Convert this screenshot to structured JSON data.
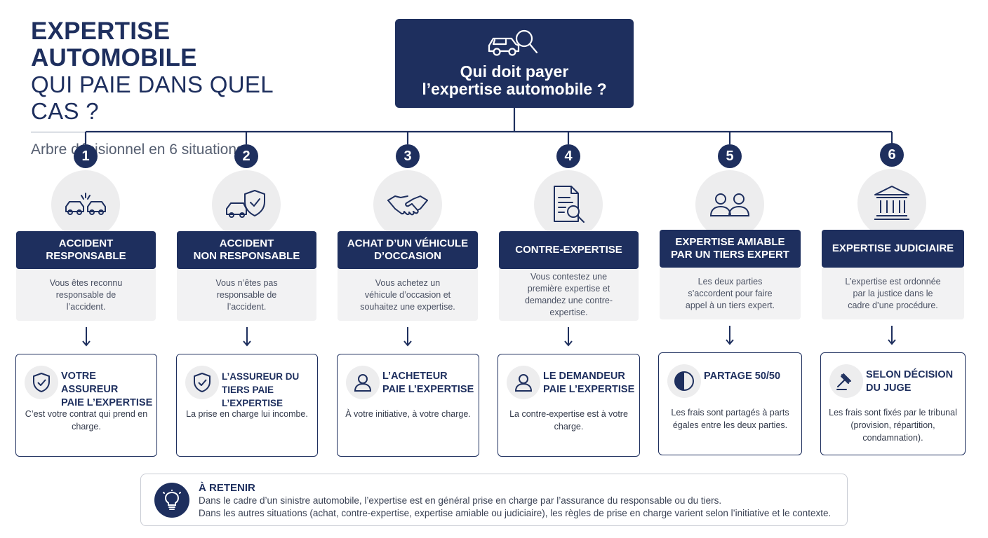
{
  "header": {
    "title_line1": "EXPERTISE AUTOMOBILE",
    "title_line2": "QUI PAIE DANS QUEL CAS ?",
    "caption": "Arbre décisionnel en 6 situations"
  },
  "root": {
    "line1": "Qui doit payer",
    "line2": "l’expertise automobile ?",
    "icon": "car-magnifier-icon"
  },
  "cases": [
    {
      "number": "1",
      "icon": "car-collision-icon",
      "title_line1": "ACCIDENT",
      "title_line2": "RESPONSABLE",
      "description": "Vous êtes reconnu responsable de l’accident.",
      "result_icon": "shield-check-icon",
      "result_title_line1": "VOTRE ASSUREUR",
      "result_title_line2": "PAIE L’EXPERTISE",
      "result_text": "C’est votre contrat qui prend en charge."
    },
    {
      "number": "2",
      "icon": "car-shield-icon",
      "title_line1": "ACCIDENT",
      "title_line2": "NON RESPONSABLE",
      "description": "Vous n’êtes pas responsable de l’accident.",
      "result_icon": "shield-check-icon",
      "result_title_line1": "L’ASSUREUR DU",
      "result_title_line2": "TIERS PAIE L’EXPERTISE",
      "result_text": "La prise en charge lui incombe."
    },
    {
      "number": "3",
      "icon": "handshake-icon",
      "title_line1": "ACHAT D’UN VÉHICULE",
      "title_line2": "D’OCCASION",
      "description": "Vous achetez un véhicule d’occasion et souhaitez une expertise.",
      "result_icon": "user-icon",
      "result_title_line1": "L’ACHETEUR",
      "result_title_line2": "PAIE L’EXPERTISE",
      "result_text": "À votre initiative, à votre charge."
    },
    {
      "number": "4",
      "icon": "document-magnifier-icon",
      "title_line1": "CONTRE-EXPERTISE",
      "title_line2": "",
      "description": "Vous contestez une première expertise et demandez une contre-expertise.",
      "result_icon": "user-icon",
      "result_title_line1": "LE DEMANDEUR",
      "result_title_line2": "PAIE L’EXPERTISE",
      "result_text": "La contre-expertise est à votre charge."
    },
    {
      "number": "5",
      "icon": "two-people-icon",
      "title_line1": "EXPERTISE AMIABLE",
      "title_line2": "PAR UN TIERS EXPERT",
      "description": "Les deux parties s’accordent pour faire appel à un tiers expert.",
      "result_icon": "half-circle-icon",
      "result_title_line1": "PARTAGE 50/50",
      "result_title_line2": "",
      "result_text": "Les frais sont partagés à parts égales entre les deux parties."
    },
    {
      "number": "6",
      "icon": "courthouse-icon",
      "title_line1": "EXPERTISE JUDICIAIRE",
      "title_line2": "",
      "description": "L’expertise est ordonnée par la justice dans le cadre d’une procédure.",
      "result_icon": "gavel-icon",
      "result_title_line1": "SELON DÉCISION",
      "result_title_line2": "DU JUGE",
      "result_text": "Les frais sont fixés par le tribunal (provision, répartition, condamnation)."
    }
  ],
  "note": {
    "icon": "lightbulb-icon",
    "title": "À RETENIR",
    "line1": "Dans le cadre d’un sinistre automobile, l’expertise est en général prise en charge par l’assurance du responsable ou du tiers.",
    "line2": "Dans les autres situations (achat, contre-expertise, expertise amiable ou judiciaire), les règles de prise en charge varient selon l’initiative et le contexte."
  },
  "colors": {
    "navy": "#1e2f5e",
    "light_gray": "#f2f2f3",
    "circle_gray": "#ededee"
  }
}
